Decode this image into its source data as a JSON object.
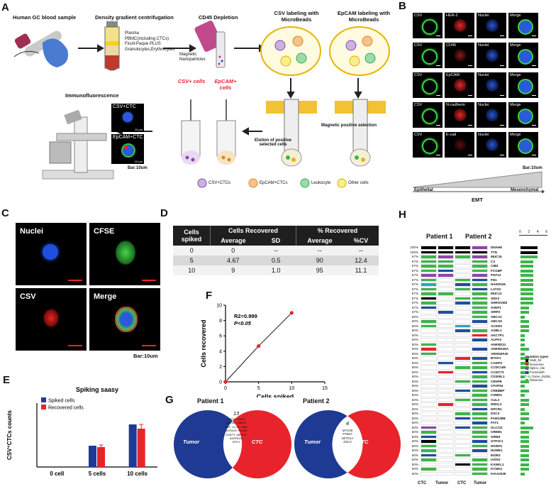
{
  "panel_labels": {
    "a": "A",
    "b": "B",
    "c": "C",
    "d": "D",
    "e": "E",
    "f": "F",
    "g": "G",
    "h": "H"
  },
  "panelA": {
    "step1": "Human GC blood sample",
    "step2": "Density gradient centrifugation",
    "step3": "CD45 Depletion",
    "step4": "CSV labeling with MicroBeads",
    "step5": "EpCAM labeling with MicroBeads",
    "layers": [
      "Plasma",
      "PBMC(including CTCs)",
      "Ficoll-Paque PLUS",
      "Granulocytes,Erythrocytes"
    ],
    "magnetic": "Magnetic Nanoparticles",
    "immuno": "Immunofluorescence",
    "csv_cells": "CSV+ cells",
    "epcam_cells": "EpCAM+ cells",
    "elution": "Elution of positive selected cells",
    "magsel": "Magnetic positive selection",
    "csv_ctc": "CSV+CTC",
    "epcam_ctc": "EpCAM+CTC",
    "bar": "Bar:10um",
    "scale1": "10 μm",
    "scale2": "10 μm",
    "legend": [
      "CSV+CTCs",
      "EpCAM+CTCs",
      "Leukocyte",
      "Other cells"
    ]
  },
  "panelB": {
    "rows": [
      [
        "CSV",
        "HER-2",
        "Nuclei",
        "Merge"
      ],
      [
        "CSV",
        "CD45",
        "Nuclei",
        "Merge"
      ],
      [
        "CSV",
        "EpCAM",
        "Nuclei",
        "Merge"
      ],
      [
        "CSV",
        "N-cadherin",
        "Nuclei",
        "Merge"
      ],
      [
        "CSV",
        "E-cad",
        "Nuclei",
        "Merge"
      ]
    ],
    "bar": "Bar:10um",
    "epithelial": "Epithelial",
    "mesenchymal": "Mesenchymal",
    "emt": "EMT"
  },
  "panelC": {
    "labels": [
      "Nuclei",
      "CFSE",
      "CSV",
      "Merge"
    ],
    "bar": "Bar:10um"
  },
  "panelD": {
    "headers": {
      "c1": "Cells spiked",
      "c2": "Cells Recovered",
      "c3": "% Recovered"
    },
    "sub": [
      "Average",
      "SD",
      "Average",
      "%CV"
    ],
    "rows": [
      [
        "0",
        "0",
        "--",
        "--",
        "--"
      ],
      [
        "5",
        "4.67",
        "0.5",
        "90",
        "12.4"
      ],
      [
        "10",
        "9",
        "1.0",
        "95",
        "11.1"
      ]
    ]
  },
  "chart_data": [
    {
      "type": "scatter",
      "panel": "F",
      "x": [
        0,
        5,
        10
      ],
      "y": [
        0,
        4.67,
        9
      ],
      "xlabel": "Cells spiked",
      "ylabel": "Cells recovered",
      "xlim": [
        0,
        15
      ],
      "ylim": [
        0,
        10
      ],
      "xticks": [
        "0",
        "5",
        "10",
        "15"
      ],
      "yticks": [
        "0",
        "2",
        "4",
        "6",
        "8",
        "10"
      ],
      "annotations": [
        "R2=0.999",
        "P<0.05"
      ],
      "colors": {
        "points": "#e8232b",
        "line": "#111111"
      }
    },
    {
      "type": "bar",
      "panel": "E",
      "title": "Spiking saasy",
      "categories": [
        "0 cell",
        "5 cells",
        "10 cells"
      ],
      "series": [
        {
          "name": "Spiked cells",
          "values": [
            0,
            5,
            10
          ],
          "color": "#1f3a93"
        },
        {
          "name": "Recovered cells",
          "values": [
            0,
            4.67,
            9
          ],
          "errors": [
            0,
            0.5,
            1.0
          ],
          "color": "#e8232b"
        }
      ],
      "ylabel": "CSV⁺CTCs counts",
      "ylim": [
        0,
        15
      ]
    }
  ],
  "panelG": {
    "p1": {
      "title": "Patient 1",
      "left": "Tumor",
      "right": "CTC",
      "count": "13",
      "genes": "FGF13  IGSF9\nCACNA  RABT1\nZNF  CLU3  CIB3\nADRA1B  PLSB3\nNVEP1  MEPCE\nANKRD26\nBTK3"
    },
    "p2": {
      "title": "Patient 2",
      "left": "Tumor",
      "right": "CTC",
      "count": "4",
      "genes": "MYO38\nPTM47\nSETD1A\nDSC3"
    }
  },
  "panelH": {
    "p1": "Patient 1",
    "p2": "Patient 2",
    "scale_ticks": [
      "0",
      "2",
      "4",
      "6"
    ],
    "cols": [
      "CTC",
      "Tumor",
      "CTC",
      "Tumor"
    ],
    "legend_title": "Mutation types",
    "legend_items": [
      {
        "name": "Multi_hit",
        "color": "#000000"
      },
      {
        "name": "Nonsense",
        "color": "#e8232b"
      },
      {
        "name": "Splice_site",
        "color": "#8e44ad"
      },
      {
        "name": "Frameshift",
        "color": "#1f4e9c"
      },
      {
        "name": "In_frame_INDEL",
        "color": "#2aa7c4"
      },
      {
        "name": "Missense",
        "color": "#3cb54a"
      }
    ],
    "genes": [
      "DNAH8",
      "TTN",
      "MUC16",
      "C3",
      "CIB3",
      "FCGBP",
      "FGF12",
      "FN1",
      "HAKD026",
      "LATS2",
      "MUC12",
      "SDK2",
      "SHROOM3",
      "SVEP1",
      "XIRP2",
      "ABCA1",
      "ABCA9",
      "ACKR3",
      "AGBL1",
      "AKCTP1",
      "ALPK3",
      "ANKRD11",
      "ANKRD26A",
      "ARHGEF40",
      "BTAF1",
      "CADPS",
      "CCDC168",
      "CCDC73",
      "CD300L1",
      "CENPE",
      "CFAP54",
      "CREBBP",
      "CSMD1",
      "CUL3",
      "DMXL2",
      "DPCR1",
      "DSC3",
      "FAM135B",
      "FAT1",
      "GLCCI1",
      "GREB1",
      "GRM3",
      "GTF3C1",
      "HIVEP1",
      "HUWE1",
      "INSR3",
      "IADS2",
      "KANKL1",
      "KCNK4",
      "KIAA0335"
    ],
    "pcts": [
      "100%",
      "100%",
      "67%",
      "67%",
      "67%",
      "67%",
      "67%",
      "67%",
      "67%",
      "67%",
      "67%",
      "67%",
      "67%",
      "67%",
      "67%",
      "50%",
      "50%",
      "50%",
      "50%",
      "50%",
      "50%",
      "50%",
      "50%",
      "50%",
      "50%",
      "50%",
      "50%",
      "50%",
      "50%",
      "50%",
      "50%",
      "50%",
      "50%",
      "50%",
      "50%",
      "50%",
      "50%",
      "50%",
      "50%",
      "50%",
      "50%",
      "50%",
      "50%",
      "50%",
      "50%",
      "50%",
      "50%",
      "50%",
      "50%",
      "50%"
    ]
  }
}
